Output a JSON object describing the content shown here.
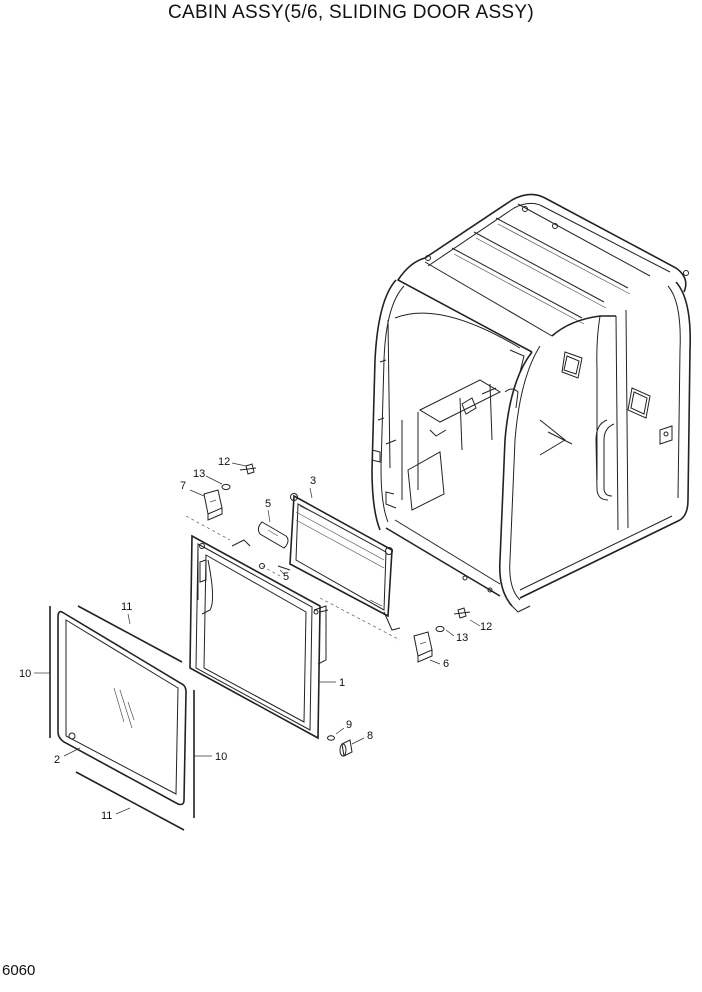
{
  "title": "CABIN ASSY(5/6, SLIDING DOOR ASSY)",
  "page_number": "6060",
  "callouts": {
    "c1": "1",
    "c2": "2",
    "c3": "3",
    "c5a": "5",
    "c5b": "5",
    "c6": "6",
    "c7": "7",
    "c8": "8",
    "c9": "9",
    "c10a": "10",
    "c10b": "10",
    "c11a": "11",
    "c11b": "11",
    "c12a": "12",
    "c12b": "12",
    "c13a": "13",
    "c13b": "13"
  }
}
